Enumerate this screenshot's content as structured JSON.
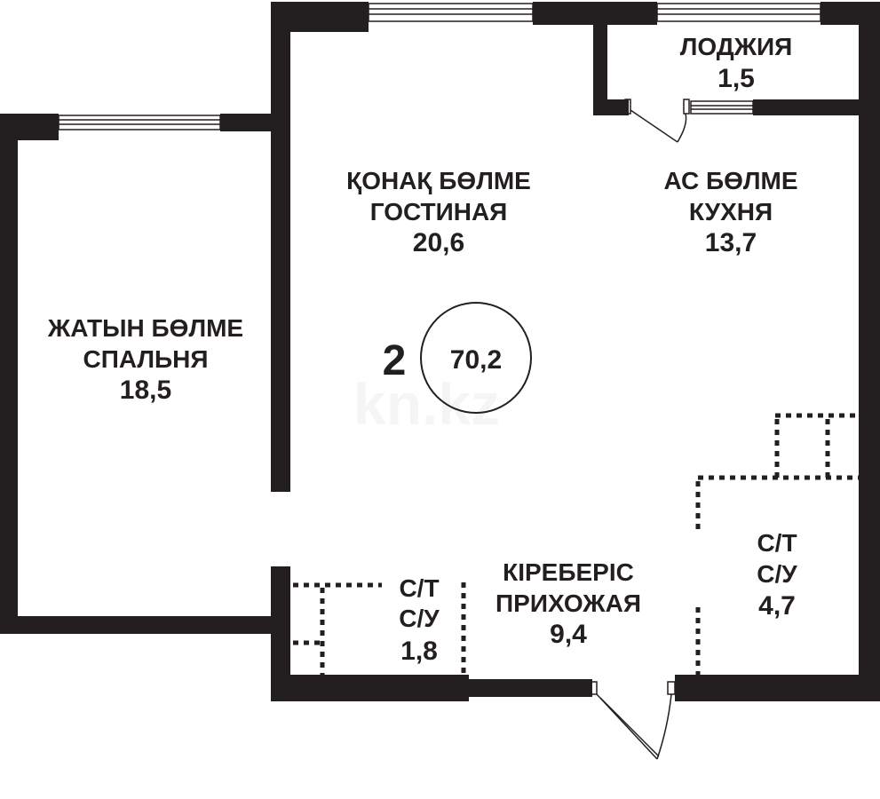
{
  "apartment": {
    "rooms_count": "2",
    "total_area": "70,2"
  },
  "rooms": {
    "loggia": {
      "line1": "ЛОДЖИЯ",
      "area": "1,5"
    },
    "living": {
      "line1": "ҚОНАҚ БӨЛМЕ",
      "line2": "ГОСТИНАЯ",
      "area": "20,6"
    },
    "kitchen": {
      "line1": "АС БӨЛМЕ",
      "line2": "КУХНЯ",
      "area": "13,7"
    },
    "bedroom": {
      "line1": "ЖАТЫН БӨЛМЕ",
      "line2": "СПАЛЬНЯ",
      "area": "18,5"
    },
    "hall": {
      "line1": "КІРЕБЕРІС",
      "line2": "ПРИХОЖАЯ",
      "area": "9,4"
    },
    "bath_small": {
      "line1": "С/Т",
      "line2": "С/У",
      "area": "1,8"
    },
    "bath_large": {
      "line1": "С/Т",
      "line2": "С/У",
      "area": "4,7"
    }
  },
  "watermark": "kn.kz"
}
